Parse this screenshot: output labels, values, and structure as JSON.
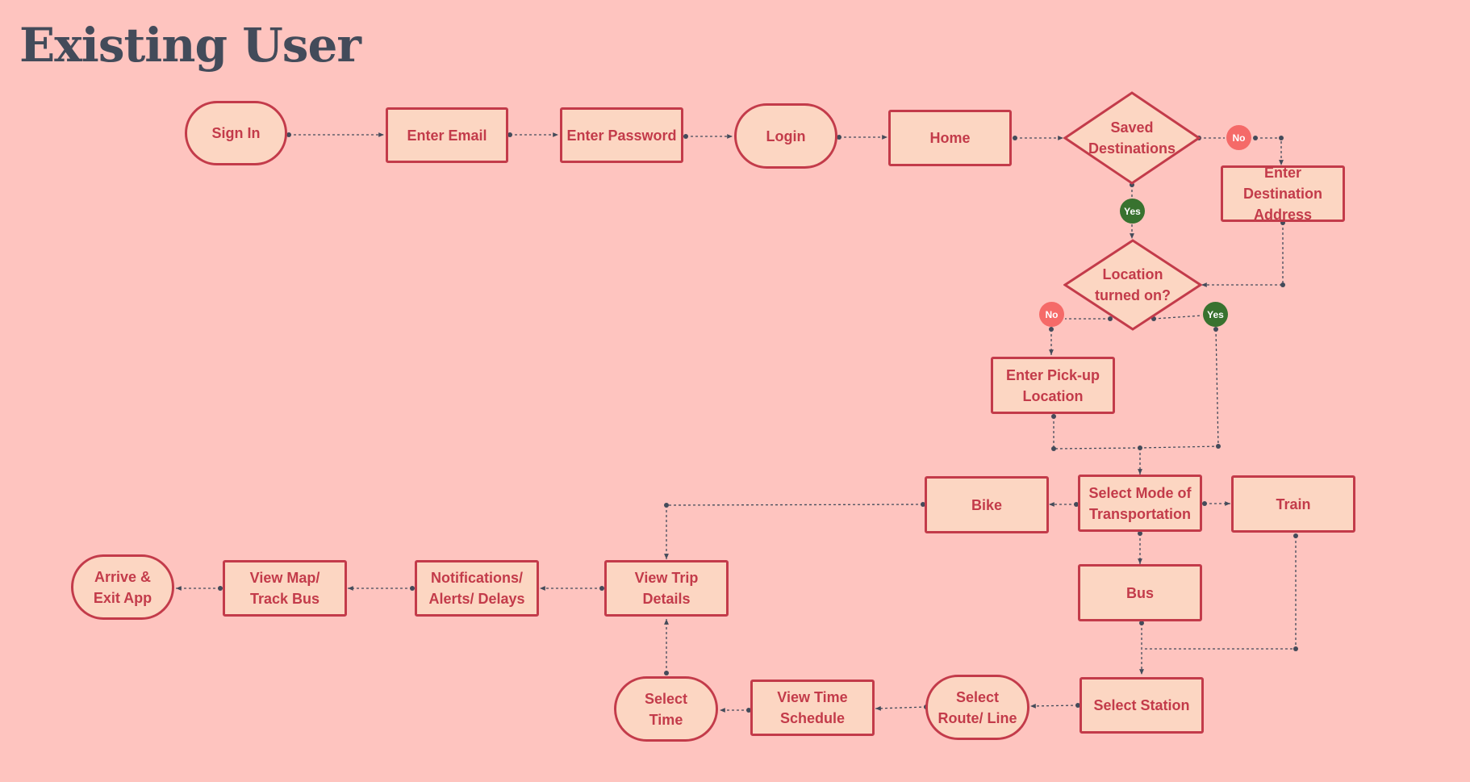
{
  "title": "Existing User",
  "colors": {
    "background": "#fec4bf",
    "node_fill": "#fcd6c2",
    "node_stroke": "#c33b4a",
    "connector": "#434b5a",
    "badge_no": "#f56a68",
    "badge_yes": "#38722f"
  },
  "nodes": {
    "sign_in": "Sign In",
    "enter_email": "Enter Email",
    "enter_password": "Enter Password",
    "login": "Login",
    "home": "Home",
    "saved_destinations": "Saved\nDestinations",
    "enter_destination_address": "Enter Destination\nAddress",
    "location_turned_on": "Location\nturned on?",
    "enter_pickup_location": "Enter Pick-up\nLocation",
    "select_mode": "Select Mode of\nTransportation",
    "bike": "Bike",
    "train": "Train",
    "bus": "Bus",
    "select_station": "Select Station",
    "select_route": "Select\nRoute/ Line",
    "view_time_schedule": "View Time\nSchedule",
    "select_time": "Select\nTime",
    "view_trip_details": "View Trip\nDetails",
    "notifications": "Notifications/\nAlerts/ Delays",
    "view_map": "View Map/\nTrack Bus",
    "arrive_exit": "Arrive &\nExit App"
  },
  "badges": {
    "saved_no": "No",
    "saved_yes": "Yes",
    "location_no": "No",
    "location_yes": "Yes"
  }
}
